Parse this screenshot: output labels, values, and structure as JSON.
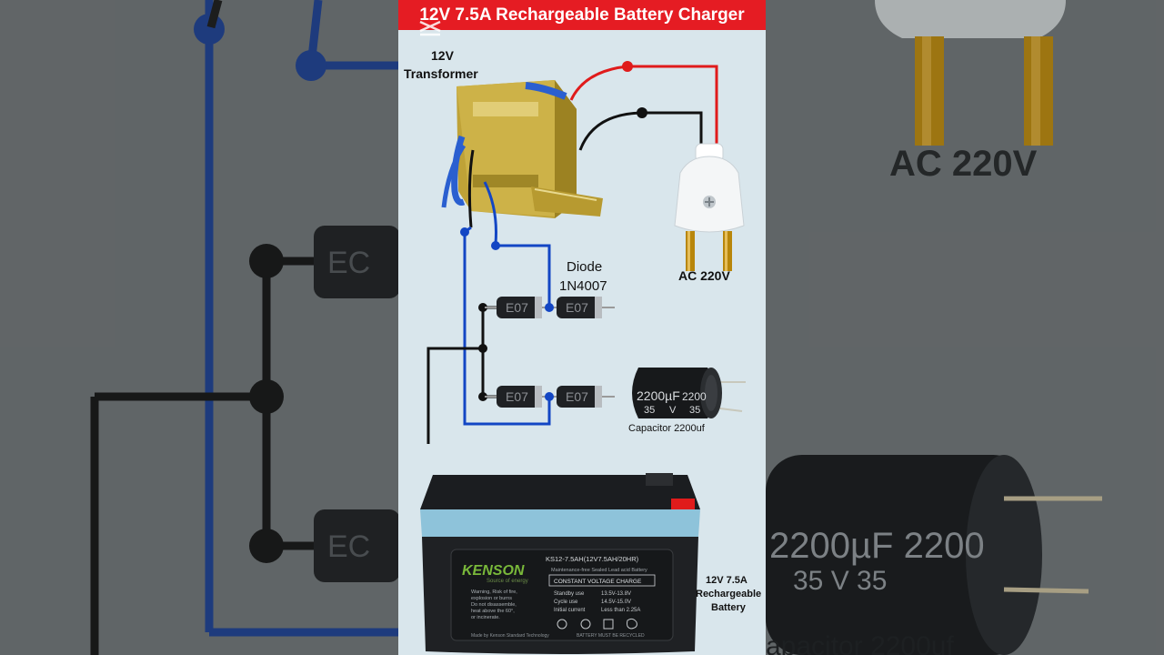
{
  "title": "12V 7.5A  Rechargeable Battery Charger",
  "labels": {
    "transformer_line1": "12V",
    "transformer_line2": "Transformer",
    "diode_line1": "Diode",
    "diode_line2": "1N4007",
    "ac": "AC 220V",
    "capacitor": "Capacitor 2200uf",
    "battery_line1": "12V 7.5A",
    "battery_line2": "Rechargeable",
    "battery_line3": "Battery"
  },
  "diode_marking": "E07",
  "capacitor_print": {
    "value": "2200µF",
    "value_short": "2200",
    "voltage": "35",
    "unit": "V"
  },
  "battery": {
    "brand": "KENSON",
    "tagline": "Source of energy",
    "model": "KS12-7.5AH(12V7.5AH/20HR)",
    "subtitle": "Maintenance-free Sealed Lead acid Battery",
    "charge_header": "CONSTANT VOLTAGE CHARGE",
    "spec_rows": [
      {
        "label": "Standby use",
        "value": "13.5V-13.8V"
      },
      {
        "label": "Cycle use",
        "value": "14.5V-15.0V"
      },
      {
        "label": "Initial current",
        "value": "Less than 2.25A"
      }
    ],
    "warning": [
      "Warning, Risk of fire,",
      "explosion or burns",
      "Do not disassemble,",
      "heat above the 60°,",
      "or incinerate."
    ],
    "footer": "Made by Kenson Standard Technology",
    "footer_right": "BATTERY MUST BE RECYCLED"
  },
  "background": {
    "ac_label": "AC 220V",
    "cap_label": "apacitor 2200uf",
    "cap_text1": "2200µF 2200",
    "cap_text2": "35   V   35"
  },
  "colors": {
    "title_bg": "#e51c23",
    "panel_bg": "#d9e6ec",
    "wire_red": "#e01b1b",
    "wire_black": "#111111",
    "wire_blue": "#1346c4",
    "battery_top": "#8ec3da"
  }
}
